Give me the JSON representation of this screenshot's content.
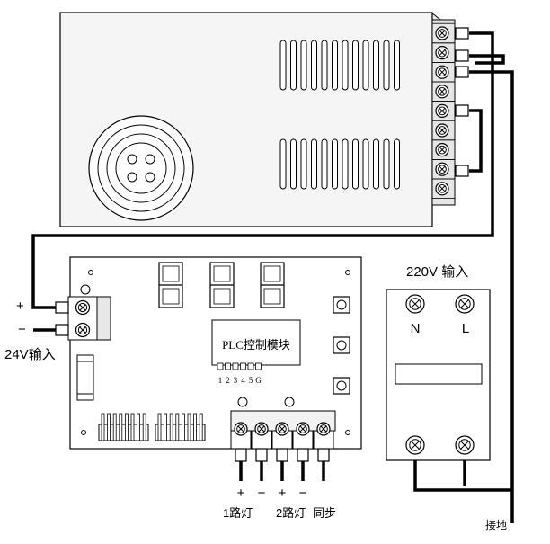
{
  "power_supply": {
    "terminal_count": 9
  },
  "controller_board": {
    "module_label": "PLC控制模块",
    "pin_labels": [
      "1",
      "2",
      "3",
      "4",
      "5",
      "G"
    ],
    "button_count": 3,
    "input_labels": {
      "plus": "+",
      "minus": "−",
      "input": "24V输入"
    },
    "output_polarity": [
      "+",
      "−",
      "+",
      "−"
    ],
    "output_labels": {
      "lamp1": "1路灯",
      "lamp2": "2路灯",
      "sync": "同步"
    }
  },
  "breaker": {
    "title": "220V 输入",
    "neutral": "N",
    "line": "L"
  },
  "ground_label": "接地",
  "colors": {
    "line": "#000000",
    "fill_light": "#f2f2f2",
    "fill_mid": "#e0e0e0",
    "wire": "#000000"
  }
}
